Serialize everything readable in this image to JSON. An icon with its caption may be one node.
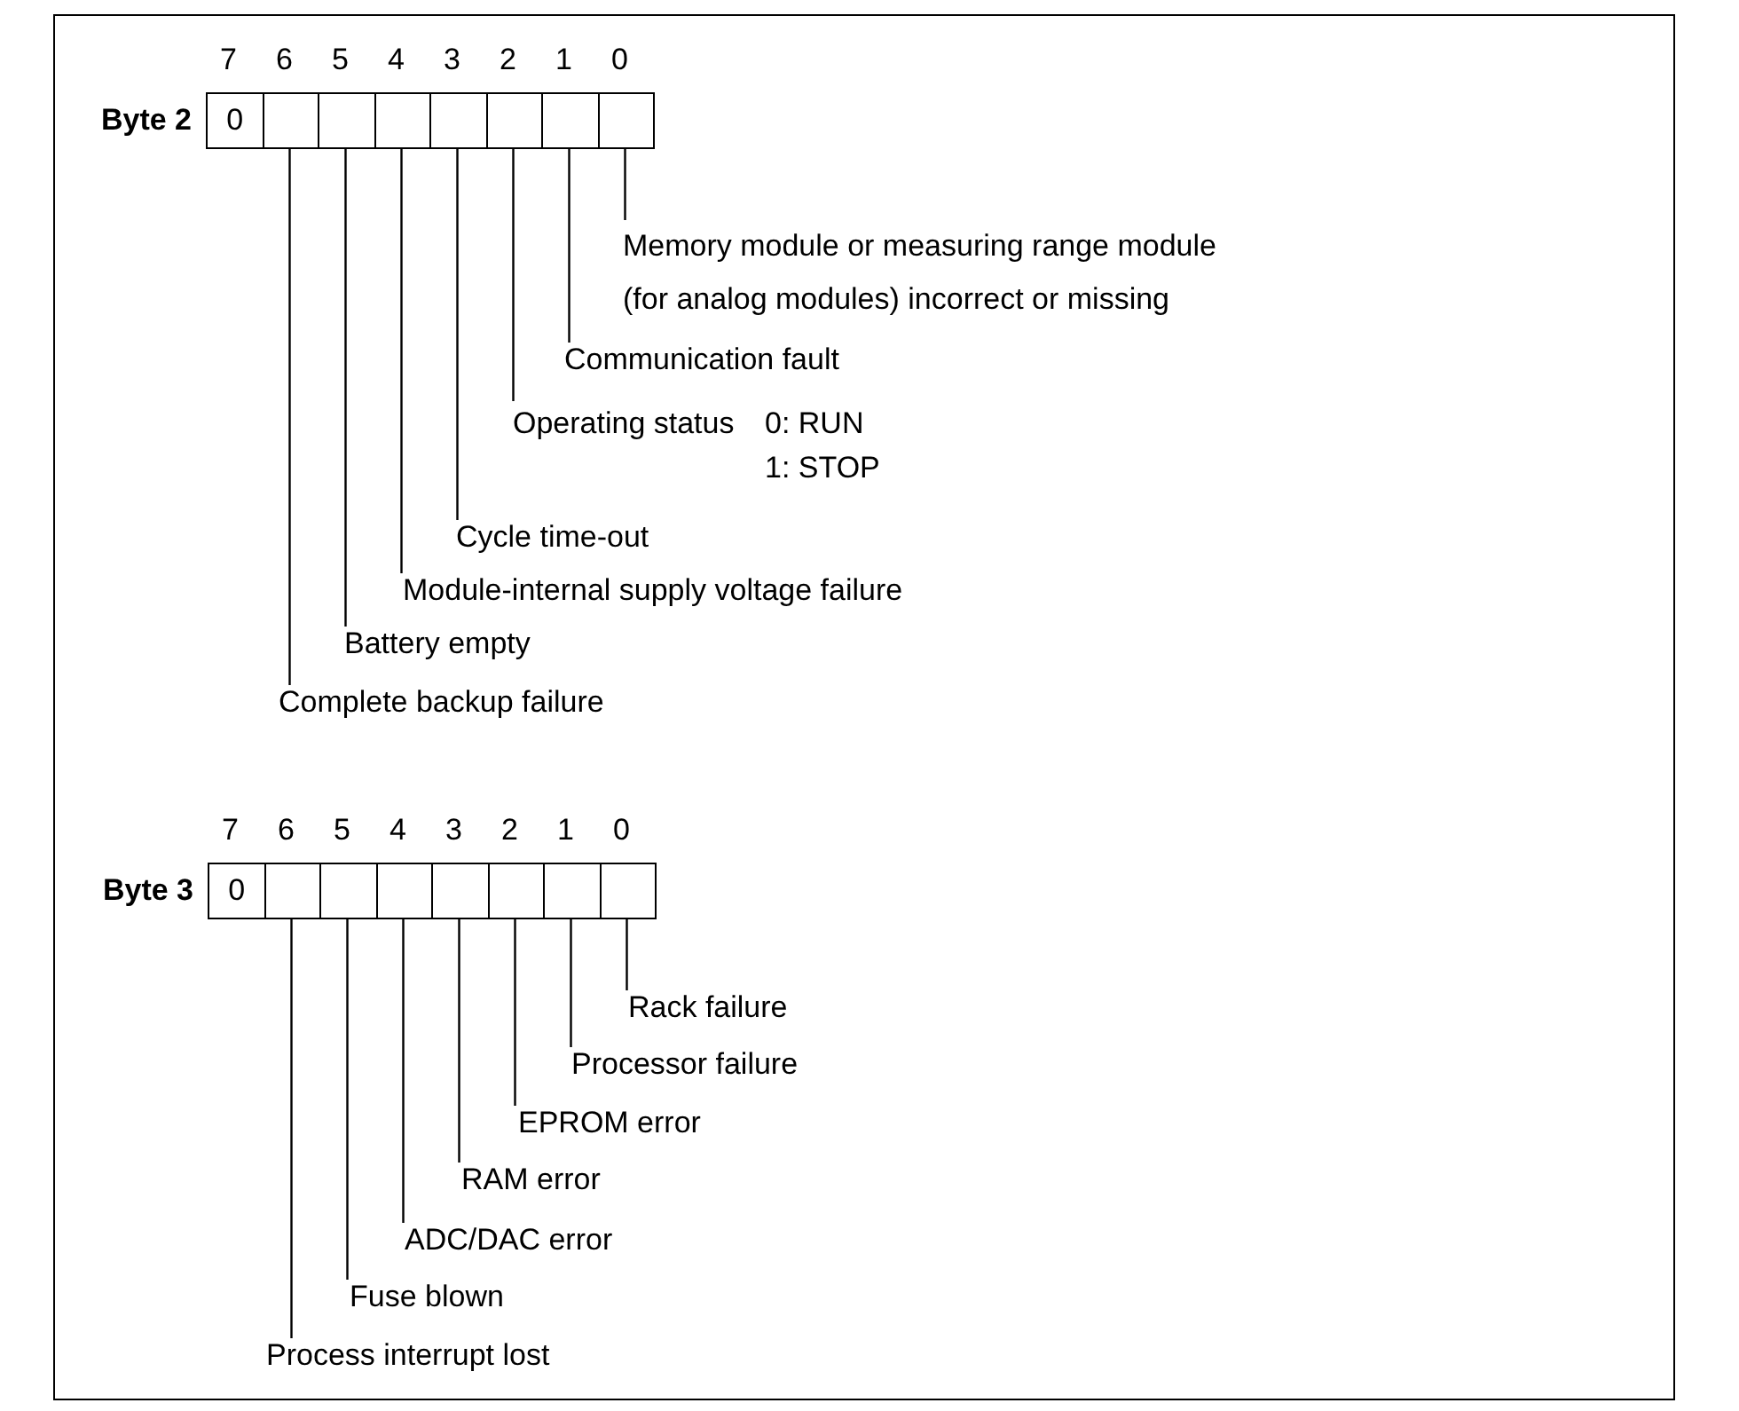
{
  "diagram": {
    "nodes": [
      {
        "text": [
          "0"
        ]
      },
      {
        "text": [],
        "shape": "box"
      },
      {
        "text": [],
        "shape": "box"
      },
      {
        "text": [],
        "shape": "box"
      },
      {
        "text": [],
        "shape": "box"
      },
      {
        "text": [],
        "shape": "box"
      },
      {
        "text": [],
        "shape": "box"
      },
      {
        "text": [],
        "shape": "box"
      },
      {
        "text": [
          "Memory module or measuring range module (for analog modules) incorrect or missing"
        ]
      },
      {
        "text": [
          "Communication fault"
        ]
      },
      {
        "text": [
          "Operating status",
          "0: RUN",
          "1: STOP"
        ]
      },
      {
        "text": [
          "Cycle time-out"
        ]
      },
      {
        "text": [
          "Module-internal supply voltage failure"
        ]
      },
      {
        "text": [
          "Battery empty"
        ]
      },
      {
        "text": [
          "Complete backup failure"
        ]
      },
      {
        "text": [
          "0"
        ]
      },
      {
        "text": [],
        "shape": "box"
      },
      {
        "text": [],
        "shape": "box"
      },
      {
        "text": [],
        "shape": "box"
      },
      {
        "text": [],
        "shape": "box"
      },
      {
        "text": [],
        "shape": "box"
      },
      {
        "text": [],
        "shape": "box"
      },
      {
        "text": [],
        "shape": "box"
      },
      {
        "text": [
          "Rack failure"
        ]
      },
      {
        "text": [
          "Processor failure"
        ]
      },
      {
        "text": [
          "EPROM error"
        ]
      },
      {
        "text": [
          "RAM error"
        ]
      },
      {
        "text": [
          "ADC/DAC error"
        ]
      },
      {
        "text": [
          "Fuse blown"
        ]
      },
      {
        "text": [
          "Process interrupt lost"
        ]
      }
    ],
    "edges": [
      {
        "from": 8,
        "to": 7,
        "arrow": "none"
      },
      {
        "from": 9,
        "to": 6,
        "arrow": "none"
      },
      {
        "from": 10,
        "to": 5,
        "arrow": "none"
      },
      {
        "from": 11,
        "to": 4,
        "arrow": "none"
      },
      {
        "from": 12,
        "to": 3,
        "arrow": "none"
      },
      {
        "from": 13,
        "to": 2,
        "arrow": "none"
      },
      {
        "from": 14,
        "to": 1,
        "arrow": "none"
      },
      {
        "from": 23,
        "to": 22,
        "arrow": "none"
      },
      {
        "from": 24,
        "to": 21,
        "arrow": "none"
      },
      {
        "from": 25,
        "to": 20,
        "arrow": "none"
      },
      {
        "from": 26,
        "to": 19,
        "arrow": "none"
      },
      {
        "from": 27,
        "to": 18,
        "arrow": "none"
      },
      {
        "from": 28,
        "to": 17,
        "arrow": "none"
      },
      {
        "from": 29,
        "to": 16,
        "arrow": "none"
      }
    ],
    "labels": [
      "7",
      "6",
      "5",
      "4",
      "3",
      "2",
      "1",
      "0",
      "Byte 2",
      "7",
      "6",
      "5",
      "4",
      "3",
      "2",
      "1",
      "0",
      "Byte 3"
    ]
  }
}
